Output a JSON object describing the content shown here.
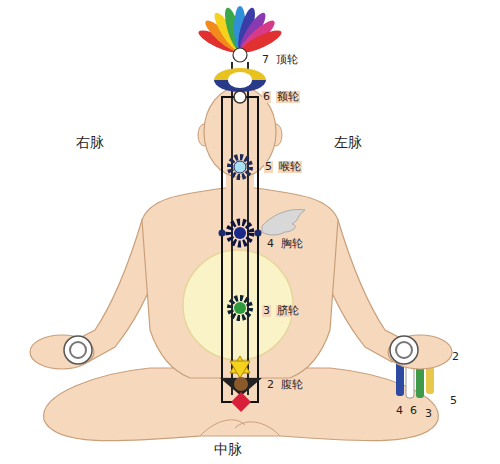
{
  "diagram": {
    "labels": [
      "7",
      "顶轮",
      "6",
      "额轮",
      "5",
      "喉轮",
      "4",
      "胸轮",
      "3",
      "脐轮",
      "2",
      "腹轮",
      "右脉",
      "左脉",
      "中脉",
      "2",
      "4",
      "6",
      "3",
      "5"
    ]
  }
}
